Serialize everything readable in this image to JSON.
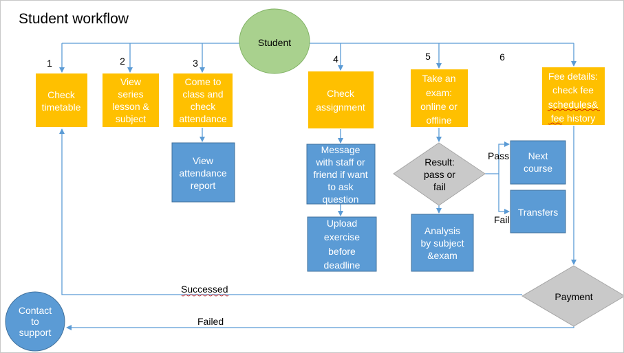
{
  "title": "Student workflow",
  "colors": {
    "orange": "#ffc000",
    "blue": "#5b9bd5",
    "green": "#a9d18e",
    "grey": "#c9c9c9",
    "connector": "#5b9bd5"
  },
  "start": {
    "label": "Student"
  },
  "branch_numbers": [
    "1",
    "2",
    "3",
    "4",
    "5",
    "6"
  ],
  "branches": {
    "check_timetable": {
      "lines": [
        "Check",
        "timetable"
      ]
    },
    "view_series": {
      "lines": [
        "View",
        "series",
        "lesson &",
        "subject"
      ]
    },
    "come_to_class": {
      "lines": [
        "Come to",
        "class and",
        "check",
        "attendance"
      ]
    },
    "check_assignment": {
      "lines": [
        "Check",
        "assignment"
      ]
    },
    "take_exam": {
      "lines": [
        "Take an",
        "exam:",
        "online or",
        "offline"
      ]
    },
    "fee_details": {
      "lines": [
        "Fee details:",
        "check fee",
        "schedules&",
        "fee history"
      ]
    }
  },
  "steps": {
    "view_attendance": {
      "lines": [
        "View",
        "attendance",
        "report"
      ]
    },
    "message_staff": {
      "lines": [
        "Message",
        "with staff or",
        "friend if want",
        "to ask",
        "question"
      ]
    },
    "upload_exercise": {
      "lines": [
        "Upload",
        "exercise",
        "before",
        "deadline"
      ]
    },
    "result_decision": {
      "lines": [
        "Result:",
        "pass or",
        "fail"
      ]
    },
    "analysis": {
      "lines": [
        "Analysis",
        "by subject",
        "&exam"
      ]
    },
    "next_course": {
      "lines": [
        "Next",
        "course"
      ]
    },
    "transfers": {
      "lines": [
        "Transfers"
      ]
    },
    "payment": {
      "lines": [
        "Payment"
      ]
    },
    "contact_support": {
      "lines": [
        "Contact",
        "to",
        "support"
      ]
    }
  },
  "edge_labels": {
    "pass": "Pass",
    "fail": "Fail",
    "successed": "Successed",
    "failed": "Failed"
  }
}
